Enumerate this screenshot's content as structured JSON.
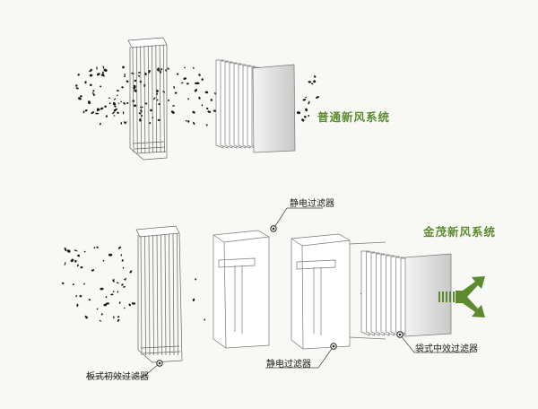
{
  "colors": {
    "accent": "#5b8a2f",
    "line": "#555555",
    "particle": "#1a1a1a"
  },
  "top_system": {
    "title": "普通新风系统"
  },
  "bottom_system": {
    "title": "金茂新风系统"
  },
  "labels": {
    "panel_filter": "板式初效过滤器",
    "electrostatic_top": "静电过滤器",
    "electrostatic_bottom": "静电过滤器",
    "bag_filter": "袋式中效过滤器"
  },
  "icons": {
    "outflow": "split-arrow-icon"
  }
}
